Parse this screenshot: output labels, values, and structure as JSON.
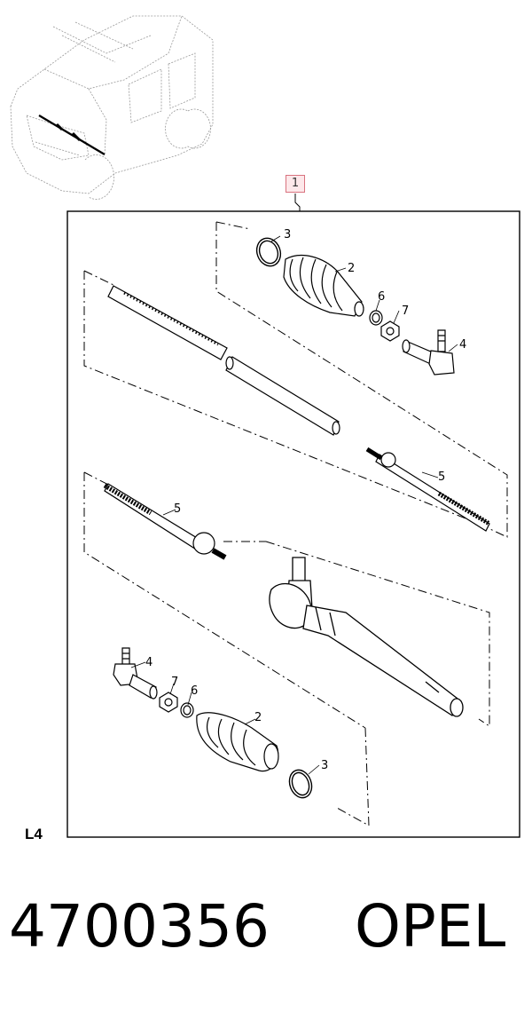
{
  "diagram": {
    "callout_box": "1",
    "group_code": "L4",
    "part_number": "4700356",
    "brand": "OPEL",
    "labels": {
      "upper_clip": "3",
      "upper_boot": "2",
      "upper_washer": "6",
      "upper_nut": "7",
      "upper_tie_rod_end": "4",
      "upper_inner_tie_rod": "5",
      "lower_inner_tie_rod": "5",
      "lower_tie_rod_end": "4",
      "lower_nut": "7",
      "lower_washer": "6",
      "lower_boot": "2",
      "lower_clip": "3"
    }
  }
}
